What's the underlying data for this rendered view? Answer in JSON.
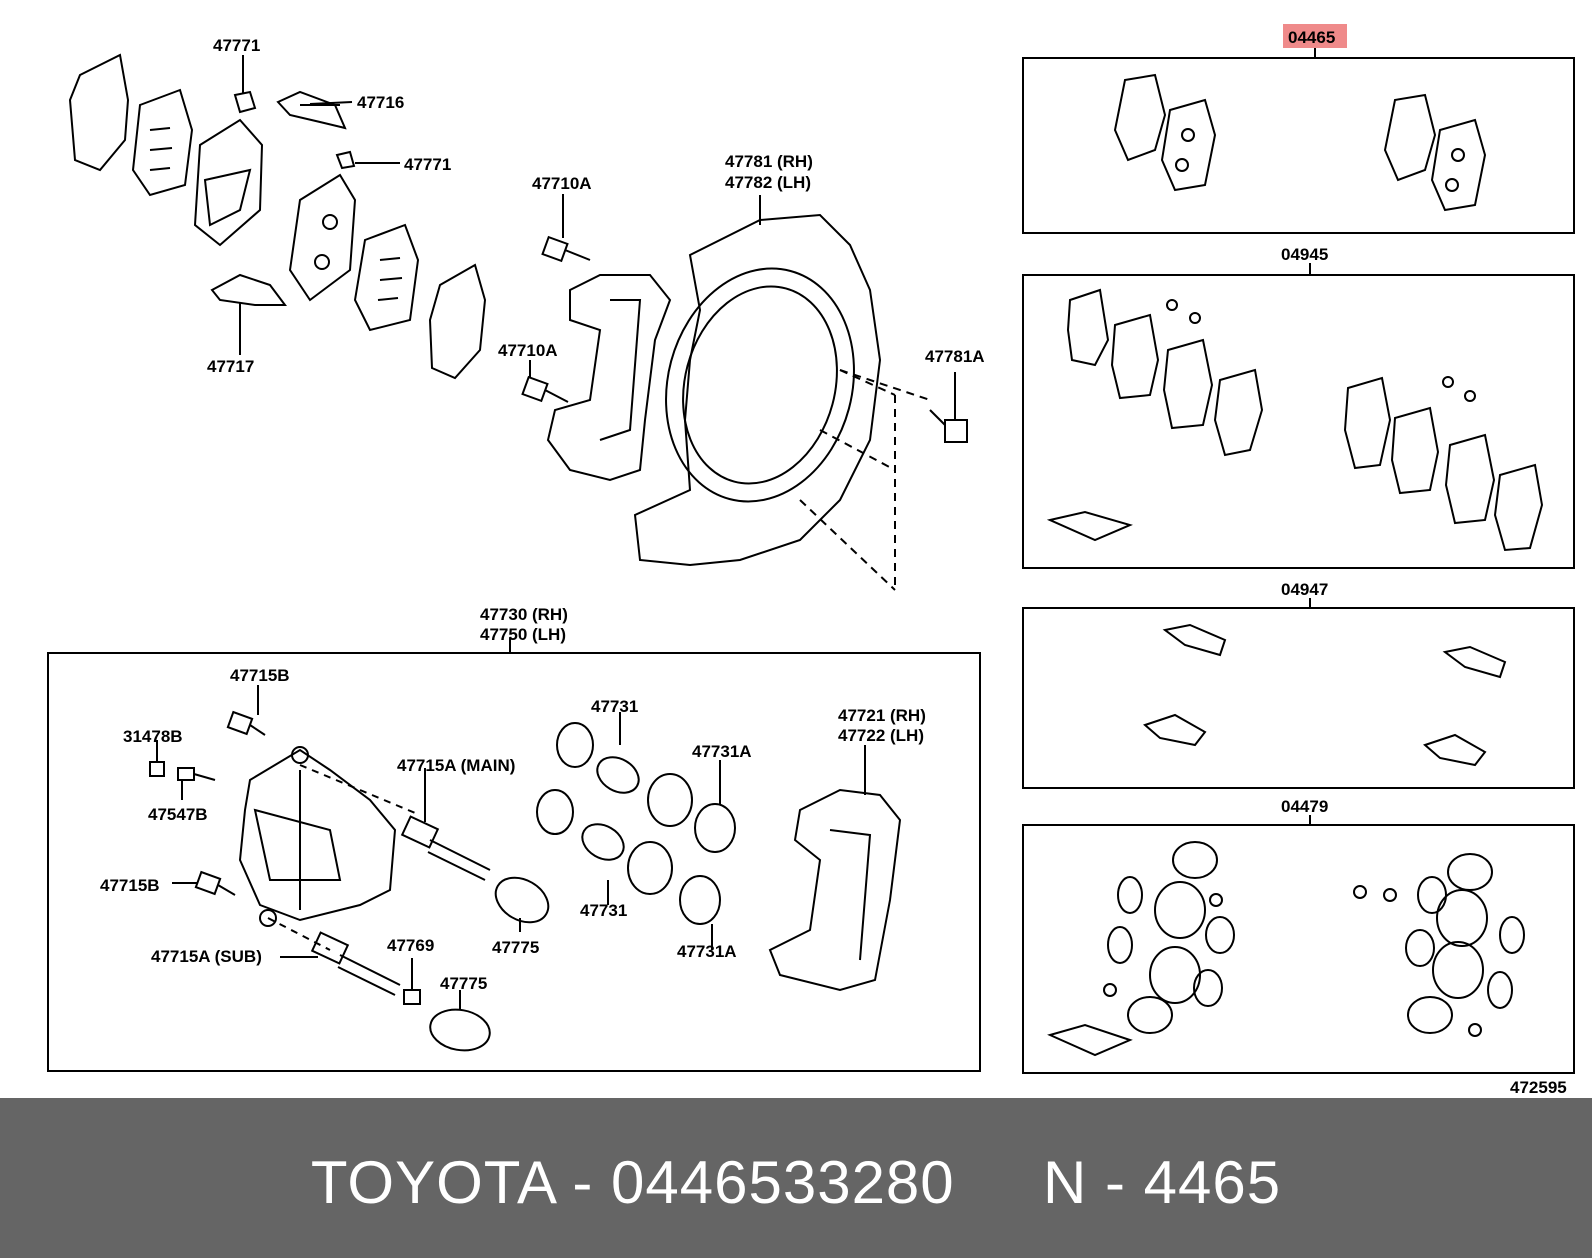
{
  "diagram": {
    "labels": {
      "p47771_top": "47771",
      "p47716": "47716",
      "p47771_mid": "47771",
      "p47717": "47717",
      "p47710A_top": "47710A",
      "p47710A_mid": "47710A",
      "p47781_rh": "47781 (RH)",
      "p47782_lh": "47782 (LH)",
      "p47781A": "47781A",
      "p47730_rh": "47730 (RH)",
      "p47750_lh": "47750 (LH)",
      "p47715B_top": "47715B",
      "p31478B": "31478B",
      "p47547B": "47547B",
      "p47715B_low": "47715B",
      "p47715A_sub": "47715A (SUB)",
      "p47715A_main": "47715A (MAIN)",
      "p47769": "47769",
      "p47775_a": "47775",
      "p47775_b": "47775",
      "p47731_top": "47731",
      "p47731_mid": "47731",
      "p47731A_top": "47731A",
      "p47731A_low": "47731A",
      "p47721_rh": "47721 (RH)",
      "p47722_lh": "47722 (LH)",
      "kit_04465": "04465",
      "kit_04945": "04945",
      "kit_04947": "04947",
      "kit_04479": "04479",
      "ref_number": "472595"
    },
    "highlight_color": "#ef8a8a"
  },
  "footer": {
    "text": "TOYOTA - 0446533280     N - 4465",
    "background": "#656565",
    "color": "#ffffff"
  }
}
